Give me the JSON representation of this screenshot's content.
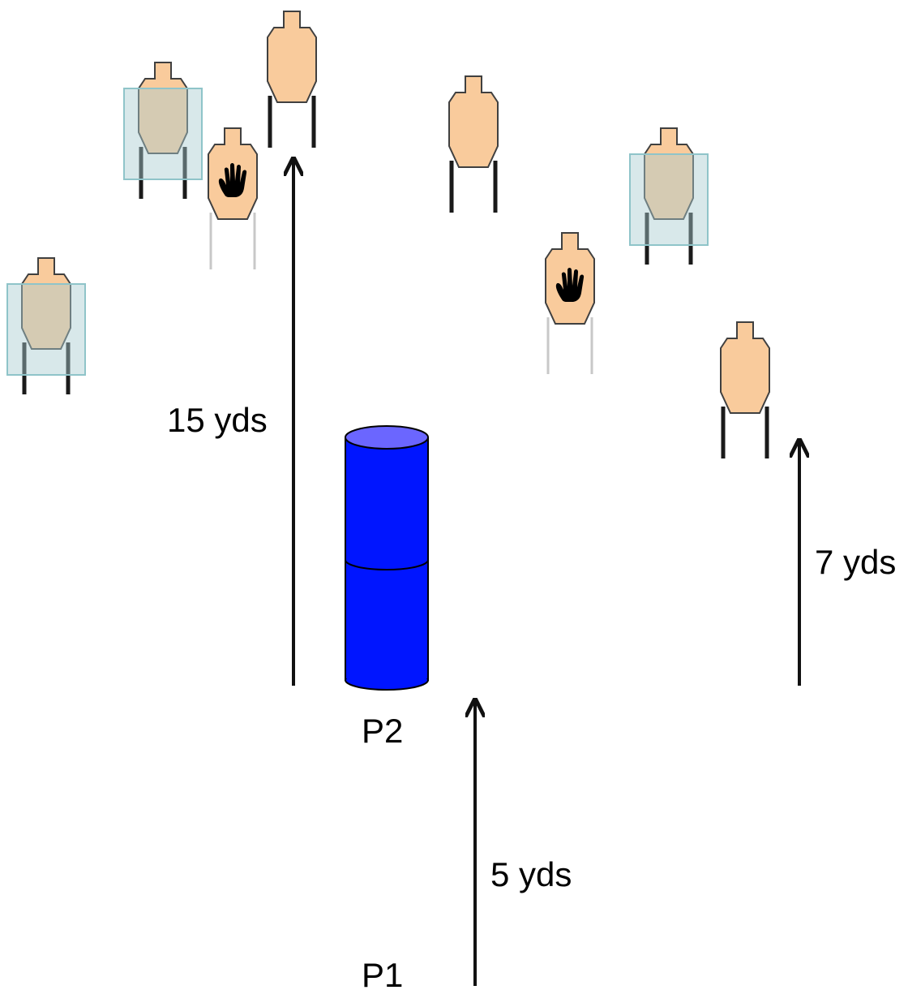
{
  "colors": {
    "target_fill": "#F9CB9C",
    "target_stroke": "#404040",
    "leg_dark": "#1a1a1a",
    "leg_light": "#c8c8c8",
    "hard_cover_fill": "#a9cdd0",
    "barrel_fill": "#0015ff",
    "barrel_top": "#6b66ff",
    "arrow": "#111111"
  },
  "icons": {
    "no_shoot": "hand-icon",
    "hard_cover": "translucent-box",
    "barrel": "barrel-icon"
  },
  "labels": {
    "p1": "P1",
    "p2": "P2",
    "dist_15": "15 yds",
    "dist_7": "7 yds",
    "dist_5": "5 yds"
  },
  "targets": [
    {
      "id": "t1",
      "kind": "shoot",
      "covered": false
    },
    {
      "id": "t2",
      "kind": "shoot",
      "covered": true
    },
    {
      "id": "t3",
      "kind": "no-shoot",
      "covered": false
    },
    {
      "id": "t4",
      "kind": "shoot",
      "covered": false
    },
    {
      "id": "t5",
      "kind": "shoot",
      "covered": true
    },
    {
      "id": "t6",
      "kind": "shoot",
      "covered": false
    },
    {
      "id": "t7",
      "kind": "shoot",
      "covered": true
    },
    {
      "id": "t8",
      "kind": "no-shoot",
      "covered": false
    },
    {
      "id": "t9",
      "kind": "shoot",
      "covered": false
    }
  ]
}
